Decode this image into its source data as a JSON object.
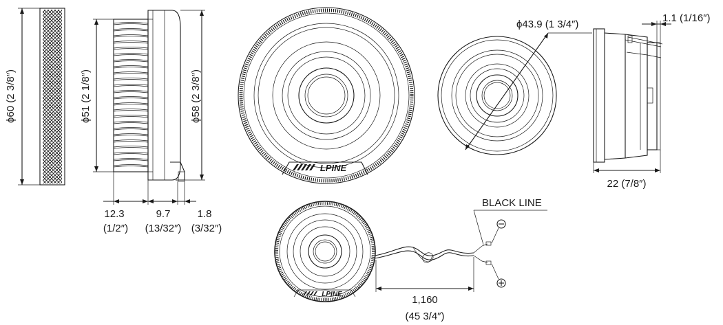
{
  "dimensions": {
    "d60": "ϕ60 (2 3/8″)",
    "d51": "ϕ51 (2 1/8″)",
    "d58": "ϕ58 (2 3/8″)",
    "d43": "ϕ43.9 (1 3/4″)",
    "t11": "1.1 (1/16″)",
    "w22": "22 (7/8″)",
    "w123": "12.3",
    "w123_in": "(1/2″)",
    "w97": "9.7",
    "w97_in": "(13/32″)",
    "w18": "1.8",
    "w18_in": "(3/32″)",
    "cable": "1,160",
    "cable_in": "(45 3/4″)"
  },
  "labels": {
    "black_line": "BLACK LINE",
    "brand": "LPINE",
    "minus": "−",
    "plus": "+"
  }
}
